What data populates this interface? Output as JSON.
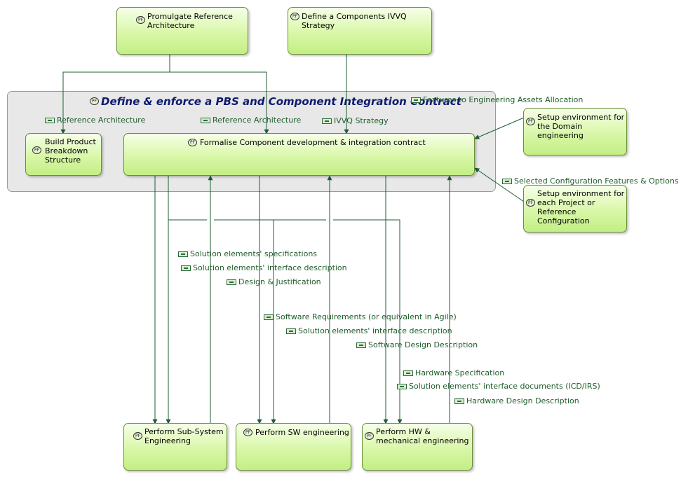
{
  "group": {
    "title": "Define & enforce a PBS and Component Integration Contract"
  },
  "tasks": {
    "promulgate": "Promulgate Reference Architecture",
    "define_ivvq": "Define a Components IVVQ Strategy",
    "build_pbs": "Build Product Breakdown Structure",
    "formalise": "Formalise Component development & integration contract",
    "setup_domain": "Setup environment for the Domain engineering",
    "setup_project": "Setup environment for each Project or Reference Configuration",
    "subsystem": "Perform Sub-System Engineering",
    "sw": "Perform SW engineering",
    "hw": "Perform HW & mechanical engineering"
  },
  "artifacts": {
    "features_alloc": "Features to Engineering Assets Allocation",
    "ref_arch_1": "Reference Architecture",
    "ref_arch_2": "Reference Architecture",
    "ivvq_strategy": "IVVQ Strategy",
    "selected_config": "Selected Configuration Features & Options",
    "sol_spec": "Solution elements' specifications",
    "sol_iface_1": "Solution elements' interface description",
    "design_just": "Design & Justification",
    "sw_req": "Software Requirements (or equivalent in Agile)",
    "sol_iface_2": "Solution elements' interface description",
    "sw_design": "Software Design Description",
    "hw_spec": "Hardware Specification",
    "sol_iface_docs": "Solution elements' interface documents (ICD/IRS)",
    "hw_design": "Hardware Design Description"
  },
  "colors": {
    "wire": "#1b5e30",
    "task_fill": "#d9f7a8",
    "group_fill": "#e8e8e8",
    "title": "#0d1a6e"
  }
}
